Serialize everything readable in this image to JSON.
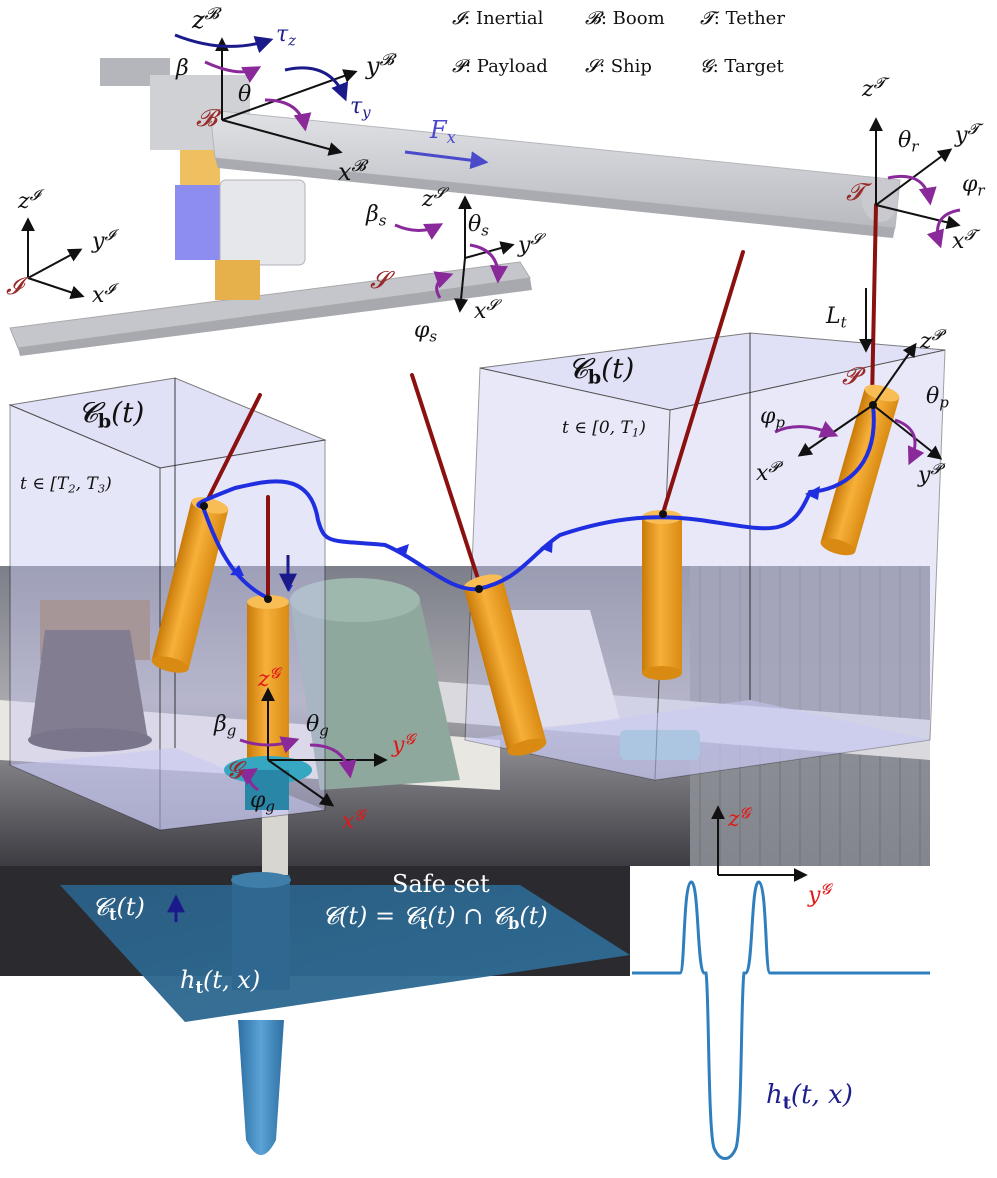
{
  "colors": {
    "boom_gray": "#cfd1d6",
    "axis_black": "#111111",
    "rotation_purple": "#8a2a9a",
    "torque_navy": "#1a1a8a",
    "force_blue": "#4a4acb",
    "frame_red": "#9a2b2b",
    "tether_red": "#8b1010",
    "trajectory_blue": "#1f2fe0",
    "box_fill": "#c8c8f2",
    "payload_orange": "#f0a01e",
    "surface_blue": "#2e6b94",
    "curve_blue": "#2f7fbf",
    "target_red": "#e01818"
  },
  "legend": [
    {
      "sym": "𝓘",
      "text": ": Inertial"
    },
    {
      "sym": "𝓑",
      "text": ": Boom"
    },
    {
      "sym": "𝓣",
      "text": ": Tether"
    },
    {
      "sym": "𝓟",
      "text": ": Payload"
    },
    {
      "sym": "𝓢",
      "text": ": Ship"
    },
    {
      "sym": "𝓖",
      "text": ": Target"
    }
  ],
  "frames": {
    "inertial": {
      "origin": "𝓘",
      "z": "z",
      "zsup": "𝓘",
      "y": "y",
      "ysup": "𝓘",
      "x": "x",
      "xsup": "𝓘"
    },
    "boom": {
      "origin": "𝓑",
      "z": "z",
      "zsup": "𝓑",
      "y": "y",
      "ysup": "𝓑",
      "x": "x",
      "xsup": "𝓑",
      "beta": "β",
      "theta": "θ",
      "tau_z": "τ",
      "tau_z_sub": "z",
      "tau_y": "τ",
      "tau_y_sub": "y",
      "force": "F",
      "force_sub": "x"
    },
    "ship": {
      "origin": "𝓢",
      "z": "z",
      "zsup": "𝓢",
      "y": "y",
      "ysup": "𝓢",
      "x": "x",
      "xsup": "𝓢",
      "beta": "β",
      "beta_sub": "s",
      "theta": "θ",
      "theta_sub": "s",
      "phi": "φ",
      "phi_sub": "s"
    },
    "tether": {
      "origin": "𝓣",
      "z": "z",
      "zsup": "𝓣",
      "y": "y",
      "ysup": "𝓣",
      "x": "x",
      "xsup": "𝓣",
      "theta": "θ",
      "theta_sub": "r",
      "phi": "φ",
      "phi_sub": "r",
      "length": "L",
      "length_sub": "t"
    },
    "payload": {
      "origin": "𝓟",
      "z": "z",
      "zsup": "𝓟",
      "y": "y",
      "ysup": "𝓟",
      "x": "x",
      "xsup": "𝓟",
      "theta": "θ",
      "theta_sub": "p",
      "phi": "φ",
      "phi_sub": "p"
    },
    "target": {
      "origin": "𝓖",
      "z": "z",
      "zsup": "𝓖",
      "y": "y",
      "ysup": "𝓖",
      "x": "x",
      "xsup": "𝓖",
      "beta": "β",
      "beta_sub": "g",
      "theta": "θ",
      "theta_sub": "g",
      "phi": "φ",
      "phi_sub": "g"
    }
  },
  "boxes": {
    "left": {
      "label": "𝓒",
      "label_sub": "b",
      "label_tail": "(t)",
      "interval": "t ∈ [T",
      "interval_sub1": "2",
      "interval_mid": ", T",
      "interval_sub2": "3",
      "interval_end": ")"
    },
    "right": {
      "label": "𝓒",
      "label_sub": "b",
      "label_tail": "(t)",
      "interval": "t ∈ [0, T",
      "interval_sub1": "1",
      "interval_end": ")"
    }
  },
  "safe_set": {
    "title": "Safe set",
    "formula_lhs": "𝓒(t) = 𝓒",
    "formula_sub1": "t",
    "formula_mid": "(t) ∩ 𝓒",
    "formula_sub2": "b",
    "formula_end": "(t)",
    "ct_label": "𝓒",
    "ct_sub": "t",
    "ct_tail": "(t)",
    "h_label": "h",
    "h_sub": "t",
    "h_tail": "(t, x)"
  },
  "inset": {
    "axis_z": "z",
    "axis_z_sup": "𝓖",
    "axis_y": "y",
    "axis_y_sup": "𝓖",
    "curve_label": "h",
    "curve_sub": "t",
    "curve_tail": "(t, x)"
  }
}
